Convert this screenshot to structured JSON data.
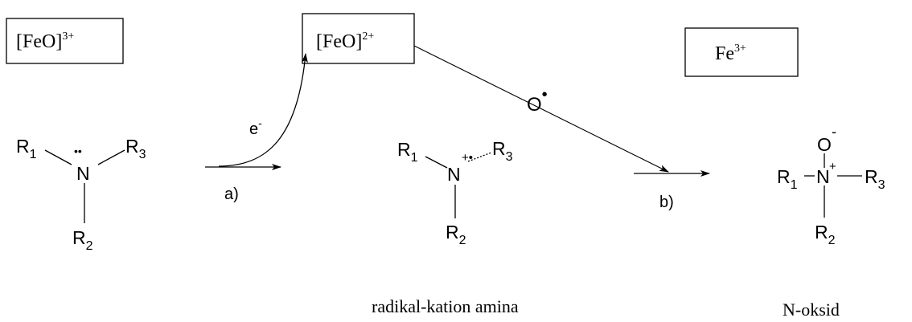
{
  "boxes": [
    {
      "base": "[FeO]",
      "sup": "3+"
    },
    {
      "base": "[FeO]",
      "sup": "2+"
    },
    {
      "base": "Fe",
      "sup": "3+"
    }
  ],
  "amine": {
    "r1": {
      "base": "R",
      "sub": "1"
    },
    "r2": {
      "base": "R",
      "sub": "2"
    },
    "r3": {
      "base": "R",
      "sub": "3"
    },
    "n": "N",
    "lone_pair": "••"
  },
  "radical_cation": {
    "r1": {
      "base": "R",
      "sub": "1"
    },
    "r2": {
      "base": "R",
      "sub": "2"
    },
    "r3": {
      "base": "R",
      "sub": "3"
    },
    "n": "N",
    "charge": "+•",
    "label": "radikal-kation amina"
  },
  "n_oxide": {
    "o": "O",
    "o_charge": "-",
    "n": "N",
    "n_charge": "+",
    "r1": {
      "base": "R",
      "sub": "1"
    },
    "r2": {
      "base": "R",
      "sub": "2"
    },
    "r3": {
      "base": "R",
      "sub": "3"
    },
    "label": "N-oksid"
  },
  "step_a": {
    "label": "a)",
    "electron": {
      "base": "e",
      "sup": "-"
    }
  },
  "step_b": {
    "label": "b)",
    "radical": {
      "base": "O",
      "sup": "•"
    }
  }
}
